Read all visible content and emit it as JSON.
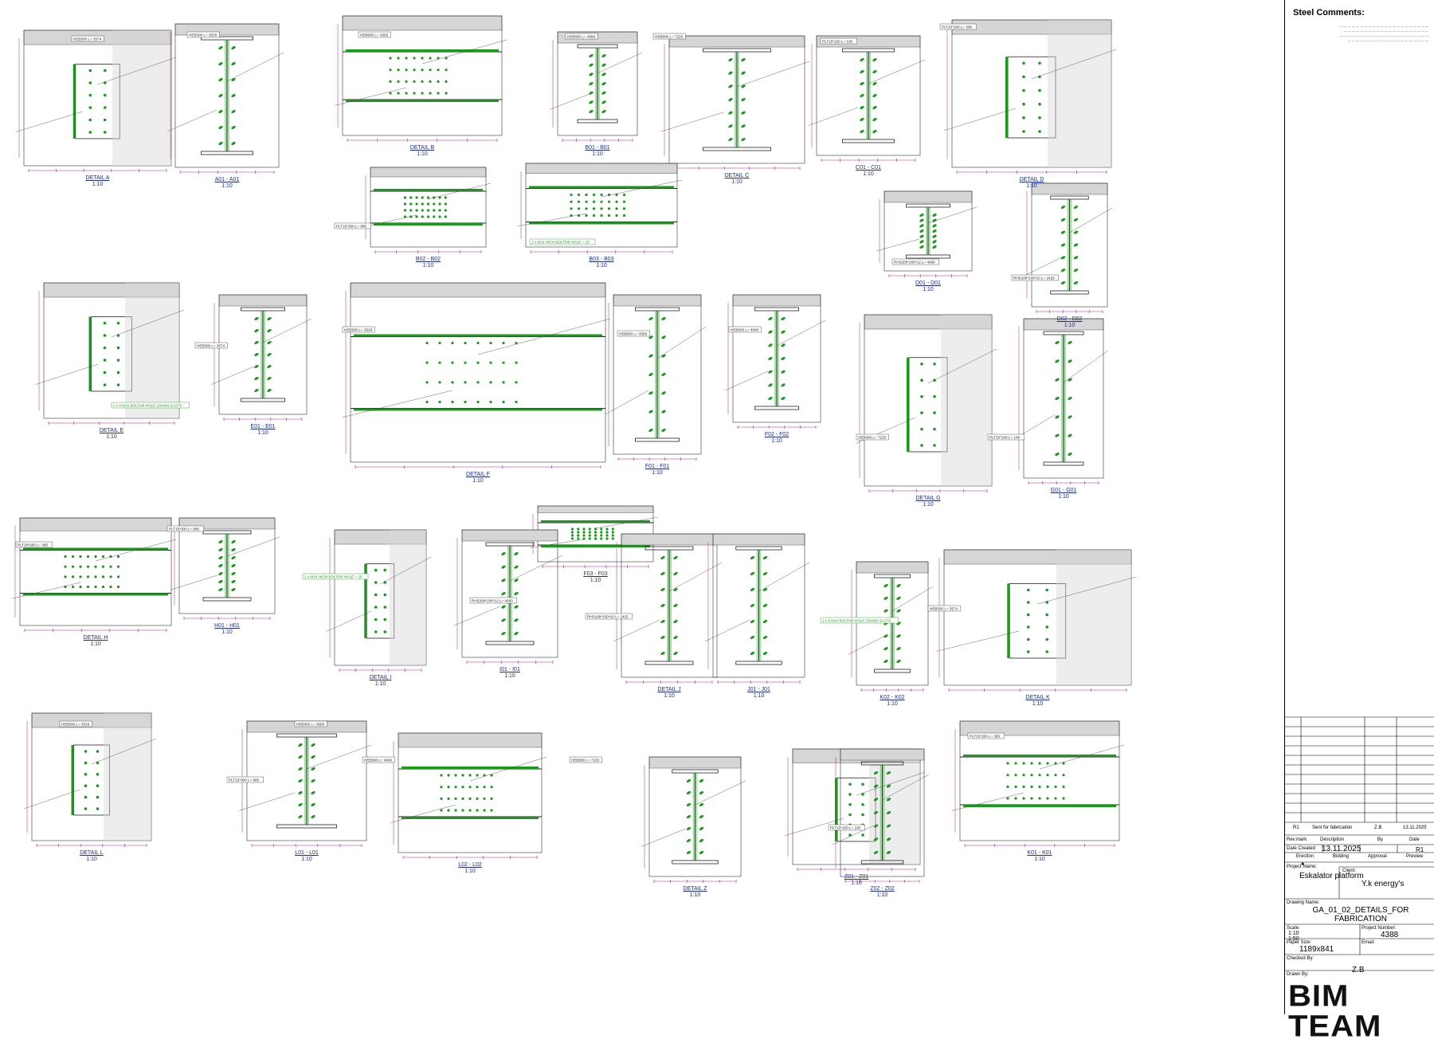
{
  "title_block": {
    "comments_title": "Steel Comments:",
    "revision": {
      "rev": "R1",
      "description": "Sent for fabrication",
      "by": "Z.B",
      "date": "13.11.2025"
    },
    "rev_headers": {
      "rev_mark": "Rev.mark",
      "description": "Description",
      "by": "By",
      "date": "Date"
    },
    "date_created_label": "Date Created:",
    "date_created": "13.11.2025",
    "current_rev": "R1",
    "status_headers": [
      "Erection",
      "Bidding",
      "Approval",
      "Preview"
    ],
    "status_dot": "●",
    "project_name_label": "Project Name:",
    "project_name": "Eskalator platform",
    "client_label": "Client:",
    "client": "Y.k energy's",
    "drawing_name_label": "Drawing Name:",
    "drawing_name": "GA_01_02_DETAILS_FOR FABRICATION",
    "scale_label": "Scale:",
    "scale": "1:10\n1:50",
    "project_number_label": "Project Number:",
    "project_number": "4388",
    "paper_size_label": "Paper Size:",
    "paper_size": "1189x841",
    "email_label": "Email:",
    "checked_by_label": "Checked By:",
    "drawn_by_label": "Drawn By:",
    "drawn_by": "Z.B",
    "logo_text": "BIM TEAM"
  },
  "details": [
    {
      "name": "DETAIL A",
      "scale": "1:10"
    },
    {
      "name": "A01 - A01",
      "scale": "1:10"
    },
    {
      "name": "DETAIL B",
      "scale": "1:10"
    },
    {
      "name": "B01 - B01",
      "scale": "1:10"
    },
    {
      "name": "DETAIL C",
      "scale": "1:10"
    },
    {
      "name": "C01 - C01",
      "scale": "1:10"
    },
    {
      "name": "DETAIL D",
      "scale": "1:10"
    },
    {
      "name": "B02 - B02",
      "scale": "1:10"
    },
    {
      "name": "B03 - B03",
      "scale": "1:10"
    },
    {
      "name": "D01 - D01",
      "scale": "1:10"
    },
    {
      "name": "D02 - D02",
      "scale": "1:10"
    },
    {
      "name": "DETAIL E",
      "scale": "1:10"
    },
    {
      "name": "E01 - E01",
      "scale": "1:10"
    },
    {
      "name": "DETAIL F",
      "scale": "1:10"
    },
    {
      "name": "F01 - F01",
      "scale": "1:10"
    },
    {
      "name": "F02 - F02",
      "scale": "1:10"
    },
    {
      "name": "F03 - F03",
      "scale": "1:10"
    },
    {
      "name": "DETAIL G",
      "scale": "1:10"
    },
    {
      "name": "G01 - G01",
      "scale": "1:10"
    },
    {
      "name": "DETAIL H",
      "scale": "1:10"
    },
    {
      "name": "H01 - H01",
      "scale": "1:10"
    },
    {
      "name": "DETAIL I",
      "scale": "1:10"
    },
    {
      "name": "I01 - I01",
      "scale": "1:10"
    },
    {
      "name": "DETAIL J",
      "scale": "1:10"
    },
    {
      "name": "J01 - J01",
      "scale": "1:10"
    },
    {
      "name": "K02 - K02",
      "scale": "1:10"
    },
    {
      "name": "DETAIL K",
      "scale": "1:10"
    },
    {
      "name": "DETAIL L",
      "scale": "1:10"
    },
    {
      "name": "L01 - L01",
      "scale": "1:10"
    },
    {
      "name": "L02 - L02",
      "scale": "1:10"
    },
    {
      "name": "DETAIL Z",
      "scale": "1:10"
    },
    {
      "name": "Z01 - Z01",
      "scale": "1:10"
    },
    {
      "name": "Z02 - Z02",
      "scale": "1:10"
    },
    {
      "name": "K01 - K01",
      "scale": "1:10"
    }
  ],
  "sample_labels": [
    "HEB500 L= 3574",
    "HEB500 L= 3528",
    "HEB600 L= 3556",
    "HEB600 L= 4060",
    "HEB600 L= 7220",
    "PLT10*100 L= 100",
    "PLT20*280 L= 385",
    "PLT15*300 L= 885",
    "2 x M16 HIGH BOLT8/8 HOLE = 18",
    "RHS200*200*12 L= 4060",
    "RHS100*100*10 L= 2425",
    "2 x 8 M16 BOLT8/8 HOLE (30x60) SLOTS"
  ]
}
